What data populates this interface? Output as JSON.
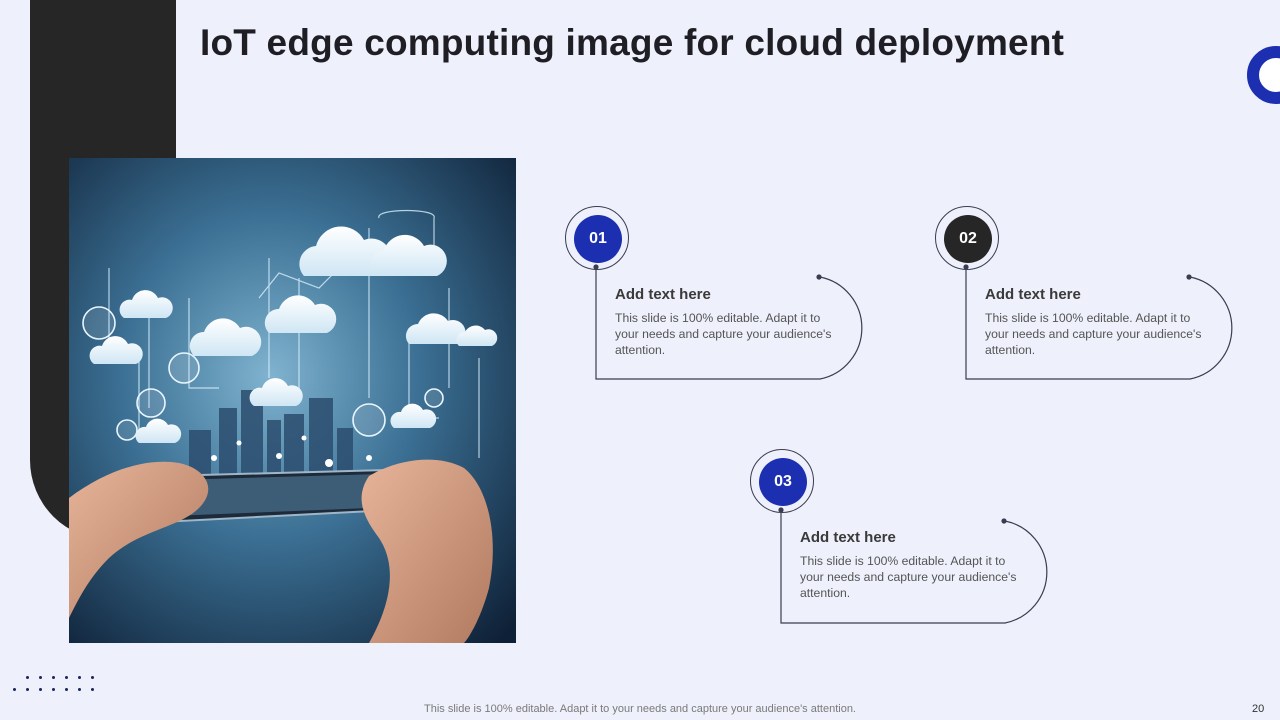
{
  "slide": {
    "title": "IoT edge computing image for cloud deployment",
    "page_number": "20",
    "footer_note": "This slide is 100% editable. Adapt it to your needs and capture your audience's attention."
  },
  "image": {
    "icon": "hands-holding-tablet-with-cloud-iot-network-image"
  },
  "cards": [
    {
      "number": "01",
      "heading": "Add text here",
      "body": "This slide is 100% editable. Adapt it to your needs and capture your audience's attention.",
      "badge_color": "#1c2fb0"
    },
    {
      "number": "02",
      "heading": "Add text here",
      "body": "This slide is 100% editable. Adapt it to your needs and capture your audience's attention.",
      "badge_color": "#262626"
    },
    {
      "number": "03",
      "heading": "Add text here",
      "body": "This slide is 100% editable. Adapt it to your needs and capture your audience's attention.",
      "badge_color": "#1c2fb0"
    }
  ],
  "colors": {
    "background": "#eef0fb",
    "accent_blue": "#1c2fb0",
    "dark": "#262626"
  }
}
